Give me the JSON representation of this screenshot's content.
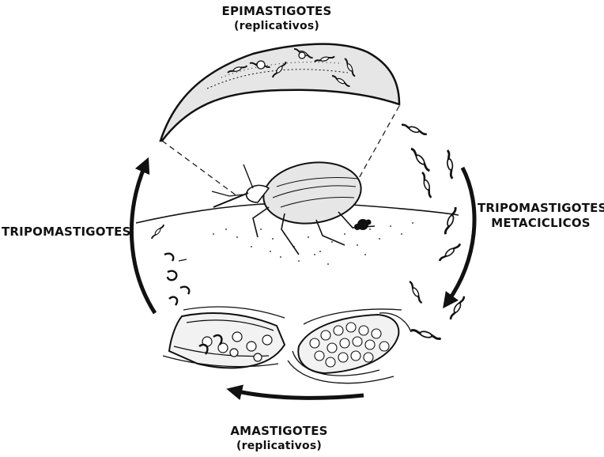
{
  "labels": {
    "epimastigotes": {
      "title": "EPIMASTIGOTES",
      "subtitle": "(replicativos)"
    },
    "tripomastigotes_left": {
      "title": "TRIPOMASTIGOTES"
    },
    "tripomastigotes_metaciclicos": {
      "line1": "TRIPOMASTIGOTES",
      "line2": "METACICLICOS"
    },
    "amastigotes": {
      "title": "AMASTIGOTES",
      "subtitle": "(replicativos)"
    }
  },
  "colors": {
    "ink": "#111111",
    "insect_gut_fill": "#e6e6e6",
    "cell_fill": "#f2f2f2",
    "background": "#ffffff"
  },
  "icons": [
    "reduviid-bug-icon",
    "trypanosome-icon",
    "amastigote-cell-icon",
    "cycle-arrow-icon"
  ]
}
